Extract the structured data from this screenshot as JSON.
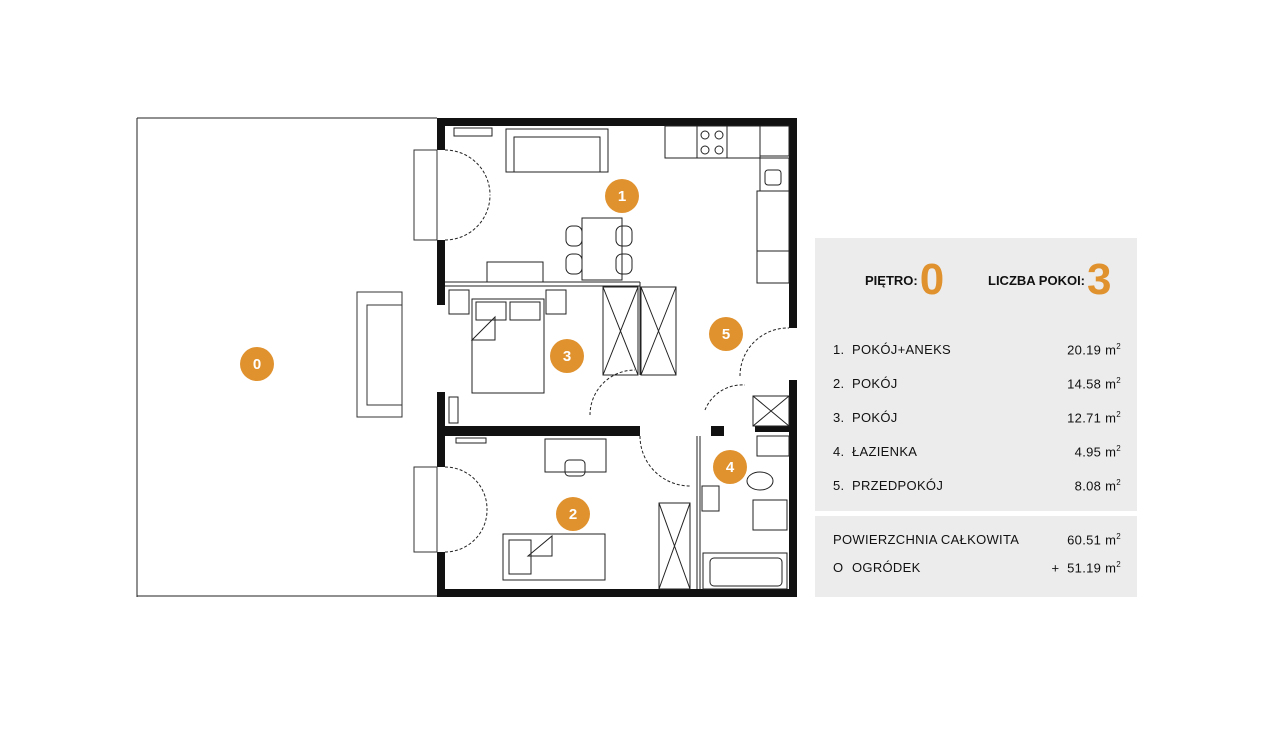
{
  "plan": {
    "markers": [
      {
        "label": "0",
        "room": "garden"
      },
      {
        "label": "1",
        "room": "living-kitchen"
      },
      {
        "label": "2",
        "room": "room"
      },
      {
        "label": "3",
        "room": "room"
      },
      {
        "label": "4",
        "room": "bathroom"
      },
      {
        "label": "5",
        "room": "hallway"
      }
    ],
    "accent": "#e0922f"
  },
  "summary": {
    "floor_label": "PIĘTRO:",
    "floor_value": "0",
    "rooms_label": "LICZBA POKOI:",
    "rooms_value": "3",
    "unit": "m",
    "unit_sup": "2",
    "rooms": [
      {
        "num": "1.",
        "name": "POKÓJ+ANEKS",
        "area": "20.19"
      },
      {
        "num": "2.",
        "name": "POKÓJ",
        "area": "14.58"
      },
      {
        "num": "3.",
        "name": "POKÓJ",
        "area": "12.71"
      },
      {
        "num": "4.",
        "name": "ŁAZIENKA",
        "area": "4.95"
      },
      {
        "num": "5.",
        "name": "PRZEDPOKÓJ",
        "area": "8.08"
      }
    ],
    "total_label": "POWIERZCHNIA CAŁKOWITA",
    "total_area": "60.51",
    "garden_num": "O",
    "garden_label": "OGRÓDEK",
    "garden_area": "+  51.19"
  }
}
